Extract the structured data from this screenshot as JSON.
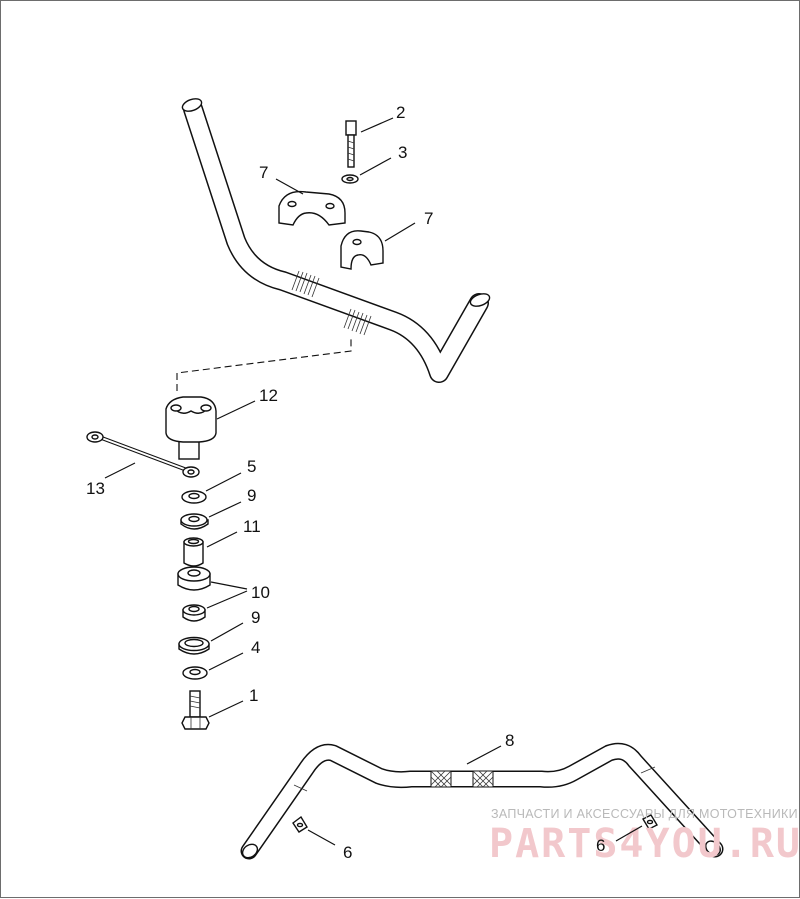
{
  "diagram": {
    "type": "exploded-parts-diagram",
    "callouts": [
      "2",
      "3",
      "7",
      "7",
      "12",
      "13",
      "5",
      "9",
      "11",
      "10",
      "9",
      "4",
      "1",
      "8",
      "6",
      "6"
    ]
  },
  "watermark": {
    "tagline": "ЗАПЧАСТИ И АКСЕССУАРЫ ДЛЯ МОТОТЕХНИКИ",
    "brand": "PARTS4YOU.RU"
  },
  "colors": {
    "line": "#111111",
    "frame": "#6d6d6d",
    "watermark_brand": "#f2c8cc",
    "watermark_tagline": "#b9b9b9"
  }
}
